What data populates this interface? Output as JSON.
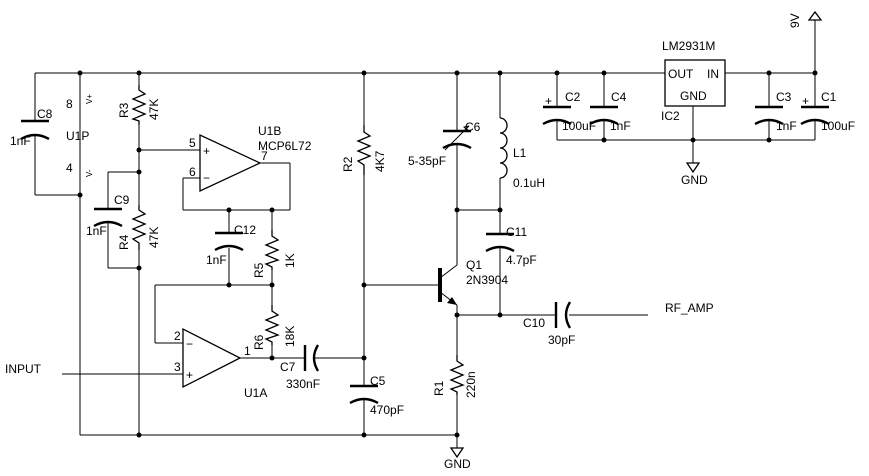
{
  "labels": {
    "U1B": "U1B",
    "MCP6L72": "MCP6L72",
    "U1A": "U1A",
    "U1P": "U1P",
    "IC2": "IC2",
    "LM2931M": "LM2931M",
    "OUT": "OUT",
    "IN": "IN",
    "GND_pin": "GND",
    "GND1": "GND",
    "GND2": "GND",
    "9V": "9V",
    "INPUT": "INPUT",
    "RF_AMP": "RF_AMP"
  },
  "pins": {
    "u1b_5": "5",
    "u1b_6": "6",
    "u1b_7": "7",
    "u1a_1": "1",
    "u1a_2": "2",
    "u1a_3": "3",
    "u1p_8": "8",
    "u1p_4": "4",
    "u1p_vp": "V+",
    "u1p_vm": "V-",
    "plus": "+",
    "minus": "−"
  },
  "components": {
    "R1": {
      "ref": "R1",
      "value": "220n"
    },
    "R2": {
      "ref": "R2",
      "value": "4K7"
    },
    "R3": {
      "ref": "R3",
      "value": "47K"
    },
    "R4": {
      "ref": "R4",
      "value": "47K"
    },
    "R5": {
      "ref": "R5",
      "value": "1K"
    },
    "R6": {
      "ref": "R6",
      "value": "18K"
    },
    "C1": {
      "ref": "C1",
      "value": "100uF"
    },
    "C2": {
      "ref": "C2",
      "value": "100uF"
    },
    "C3": {
      "ref": "C3",
      "value": "1nF"
    },
    "C4": {
      "ref": "C4",
      "value": "1nF"
    },
    "C5": {
      "ref": "C5",
      "value": "470pF"
    },
    "C6": {
      "ref": "C6",
      "value": "5-35pF"
    },
    "C7": {
      "ref": "C7",
      "value": "330nF"
    },
    "C8": {
      "ref": "C8",
      "value": "1nF"
    },
    "C9": {
      "ref": "C9",
      "value": "1nF"
    },
    "C10": {
      "ref": "C10",
      "value": "30pF"
    },
    "C11": {
      "ref": "C11",
      "value": "4.7pF"
    },
    "C12": {
      "ref": "C12",
      "value": "1nF"
    },
    "L1": {
      "ref": "L1",
      "value": "0.1uH"
    },
    "Q1": {
      "ref": "Q1",
      "value": "2N3904"
    }
  },
  "polarity": {
    "plus": "+"
  }
}
